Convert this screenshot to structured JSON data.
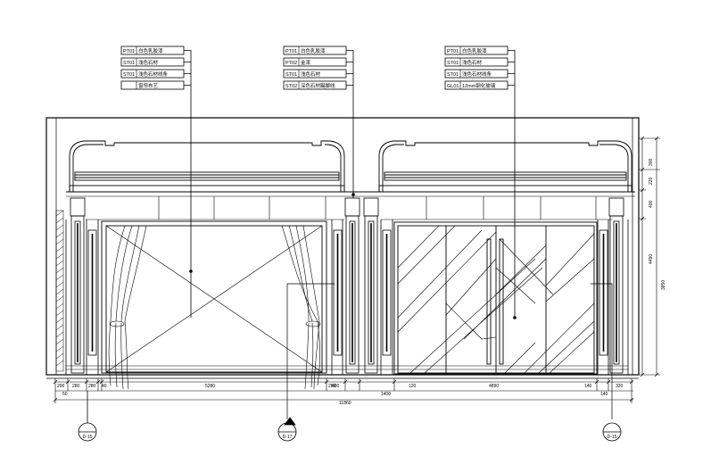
{
  "callout_groups": [
    {
      "items": [
        {
          "code": "PT01",
          "desc": "白色乳胶漆"
        },
        {
          "code": "ST01",
          "desc": "浅色石材"
        },
        {
          "code": "ST01",
          "desc": "浅色石材线条"
        },
        {
          "code": "",
          "desc": "窗帘布艺"
        }
      ]
    },
    {
      "items": [
        {
          "code": "PT01",
          "desc": "白色乳胶漆"
        },
        {
          "code": "PT02",
          "desc": "金漆"
        },
        {
          "code": "ST01",
          "desc": "浅色石材"
        },
        {
          "code": "ST02",
          "desc": "深色石材踢脚线"
        }
      ]
    },
    {
      "items": [
        {
          "code": "PT01",
          "desc": "白色乳胶漆"
        },
        {
          "code": "ST01",
          "desc": "浅色石材"
        },
        {
          "code": "ST01",
          "desc": "浅色石材线条"
        },
        {
          "code": "GL01",
          "desc": "12mm钢化玻璃"
        }
      ]
    }
  ],
  "dimensions": {
    "bottom_row": [
      "200",
      "280",
      "280",
      "40",
      "5280",
      "280",
      "400",
      "120",
      "4890",
      "140",
      "320"
    ],
    "bottom_labels": [
      "50",
      "1400",
      "140"
    ],
    "overall": "11860",
    "right_column": [
      "300",
      "220",
      "400",
      "4490",
      "3850"
    ]
  },
  "section_markers": [
    {
      "number": "",
      "sheet": "D-15"
    },
    {
      "number": "",
      "sheet": "D-17"
    },
    {
      "number": "",
      "sheet": "D-15"
    }
  ]
}
